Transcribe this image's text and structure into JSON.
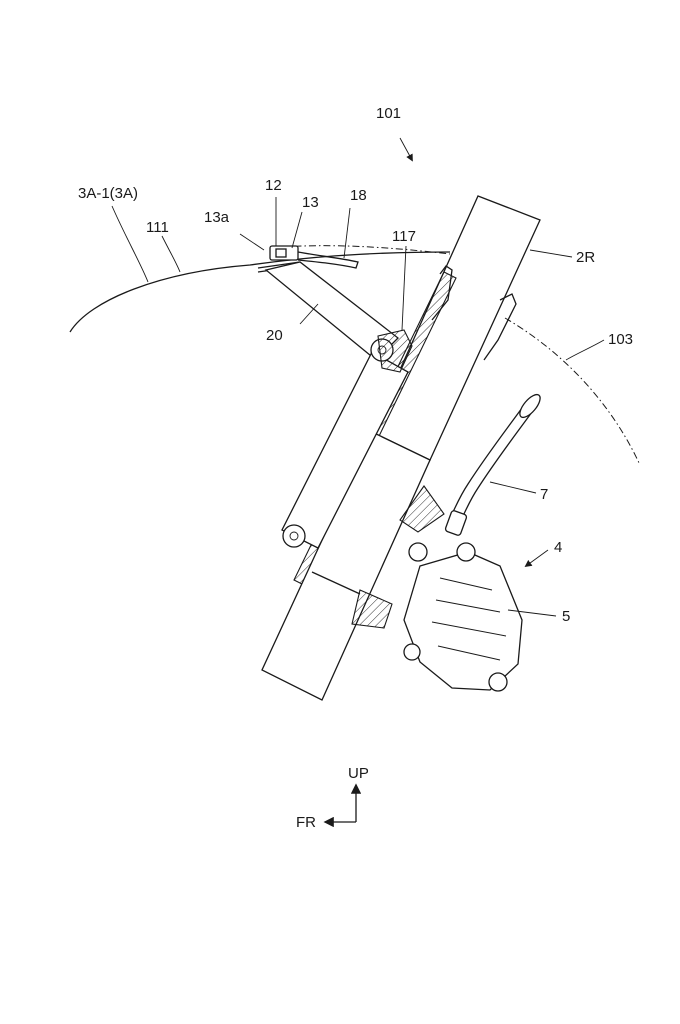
{
  "labels": {
    "l101": "101",
    "l3a1": "3A-1(3A)",
    "l111": "111",
    "l12": "12",
    "l13": "13",
    "l13a": "13a",
    "l18": "18",
    "l117": "117",
    "l2r": "2R",
    "l20": "20",
    "l103": "103",
    "l7": "7",
    "l4": "4",
    "l5": "5",
    "up": "UP",
    "fr": "FR"
  }
}
